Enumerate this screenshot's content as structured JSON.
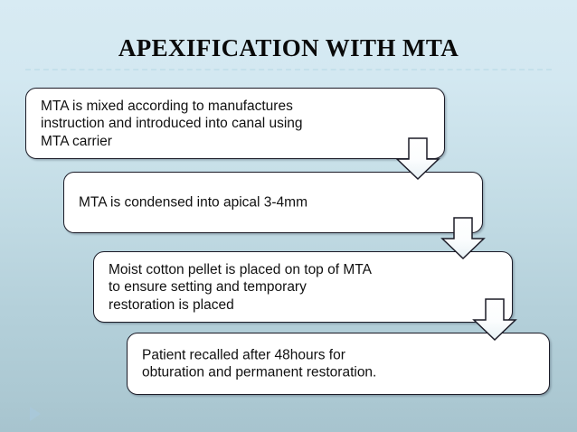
{
  "slide": {
    "title": "APEXIFICATION WITH MTA",
    "background_top_color": "#d8ebf3",
    "background_bottom_color": "#a8c5cf",
    "rule_color": "#c2dfea"
  },
  "flow": {
    "box_fill_color": "#ffffff",
    "box_border_color": "#1b1b27",
    "arrow_icon_name": "down-arrow-icon",
    "steps": [
      {
        "index": 1,
        "text": "MTA is mixed according to manufactures\ninstruction and introduced into canal using\nMTA carrier"
      },
      {
        "index": 2,
        "text": "MTA is condensed into apical 3-4mm"
      },
      {
        "index": 3,
        "text": "Moist cotton pellet is placed on top of MTA\nto ensure setting  and temporary\nrestoration is placed"
      },
      {
        "index": 4,
        "text": "Patient recalled after 48hours for\nobturation and permanent restoration."
      }
    ]
  },
  "footer": {
    "play_marker_name": "play-triangle-icon",
    "play_marker_color": "#a9c8db"
  }
}
